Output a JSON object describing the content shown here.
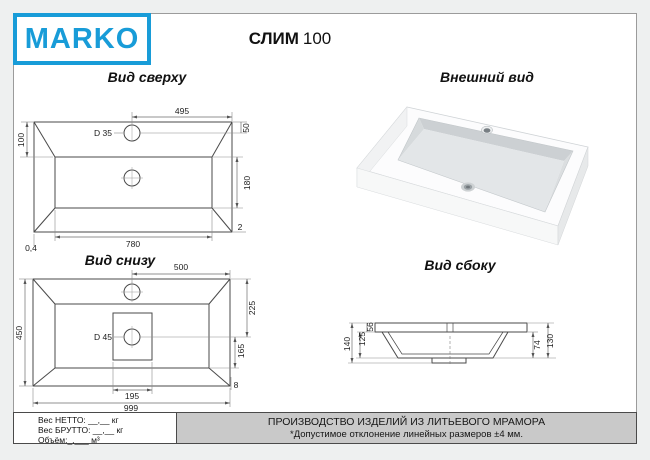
{
  "header": {
    "logo": "MARKO",
    "model": "СЛИМ",
    "size": "100"
  },
  "views": {
    "top": {
      "title": "Вид сверху",
      "dims": {
        "faucet_to_right": "495",
        "top_to_faucet": "50",
        "top_to_basin": "100",
        "faucet_hole": "D 35",
        "basin_height": "180",
        "corner_right": "2",
        "corner_left": "0,4",
        "basin_width": "780"
      }
    },
    "external": {
      "title": "Внешний вид"
    },
    "bottom": {
      "title": "Вид снизу",
      "dims": {
        "faucet_to_right": "500",
        "top_to_drain": "225",
        "drain_hole": "D 45",
        "drain_to_bottom": "165",
        "total_depth": "450",
        "recess_width": "195",
        "total_width": "999",
        "edge_offset": "8"
      }
    },
    "side": {
      "title": "Вид сбоку",
      "dims": {
        "total_height": "140",
        "bowl_height": "125",
        "rim_height": "56",
        "inner_depth": "74",
        "right_height": "130"
      }
    }
  },
  "footer": {
    "weights": {
      "net": "Вес НЕТТО: __,__ кг",
      "gross": "Вес БРУТТО: __,__ кг",
      "volume": "Объём:_,___ м³"
    },
    "notice": {
      "line1": "ПРОИЗВОДСТВО ИЗДЕЛИЙ ИЗ ЛИТЬЕВОГО МРАМОРА",
      "line2": "*Допустимое отклонение линейных размеров ±4 мм."
    }
  },
  "colors": {
    "brand": "#189cd8",
    "notice_bg": "#c9c9c9"
  }
}
